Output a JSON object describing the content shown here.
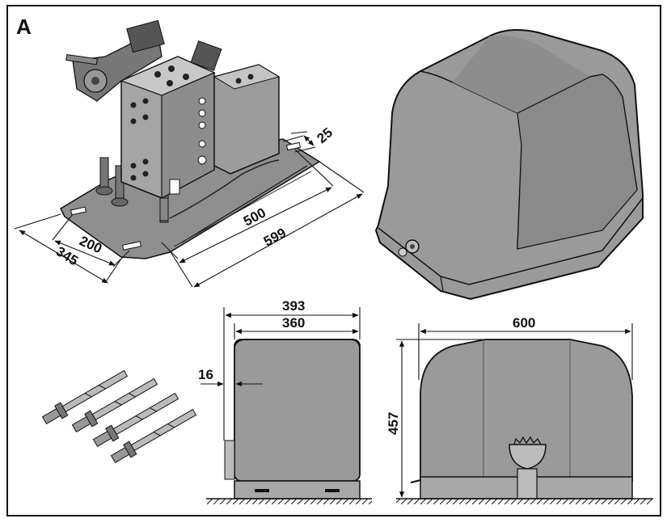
{
  "figure": {
    "label": "A",
    "dimensions": {
      "top_view": {
        "depth_overall": "599",
        "depth_slot": "500",
        "slot_offset": "25",
        "width_overall": "345",
        "slot_spacing": "200"
      },
      "side_view": {
        "overall_width": "393",
        "body_width": "360",
        "flange": "16"
      },
      "front_view": {
        "width": "600",
        "height": "457"
      }
    }
  },
  "colors": {
    "housing": "#9a9a9a",
    "housing_shadow": "#7e7e7e",
    "line": "#111111",
    "background": "#ffffff"
  }
}
